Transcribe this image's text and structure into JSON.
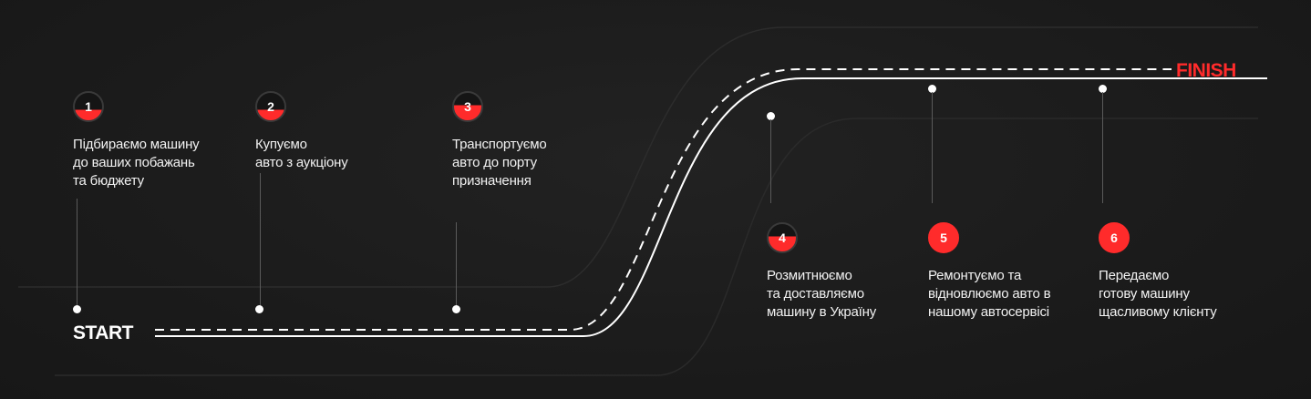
{
  "start_label": "START",
  "finish_label": "FINISH",
  "colors": {
    "accent": "#ff2b2b",
    "background": "#1b1b1b",
    "text": "#ffffff"
  },
  "steps": [
    {
      "number": "1",
      "text": "Підбираємо машину\nдо ваших побажань\nта бюджету"
    },
    {
      "number": "2",
      "text": "Купуємо\nавто з аукціону"
    },
    {
      "number": "3",
      "text": "Транспортуємо\nавто до порту\nпризначення"
    },
    {
      "number": "4",
      "text": "Розмитнюємо\nта доставляємо\nмашину в Україну"
    },
    {
      "number": "5",
      "text": "Ремонтуємо та\nвідновлюємо авто в\nнашому автосервісі"
    },
    {
      "number": "6",
      "text": "Передаємо\nготову машину\nщасливому клієнту"
    }
  ]
}
